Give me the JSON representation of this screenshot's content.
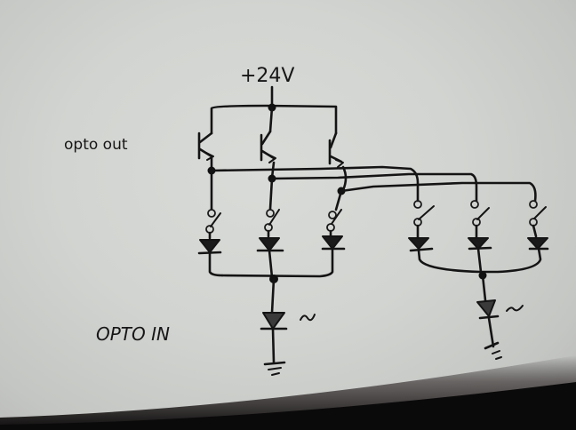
{
  "diagram": {
    "kind": "hand-drawn circuit schematic on paper",
    "labels": {
      "supply": "+24V",
      "opto_out": "opto out",
      "opto_in": "OPTO IN",
      "light_symbol": "~"
    },
    "colors": {
      "paper": "#d6d8d5",
      "ink": "#141414",
      "shadow": "#0b0a0a"
    },
    "groups": [
      {
        "name": "opto-out-group",
        "transistors": 3,
        "switches": 3,
        "diodes": 3,
        "output_led": 1,
        "ground": 1
      },
      {
        "name": "second-group",
        "switches": 3,
        "diodes": 3,
        "output_led": 1,
        "ground": 1
      }
    ]
  }
}
